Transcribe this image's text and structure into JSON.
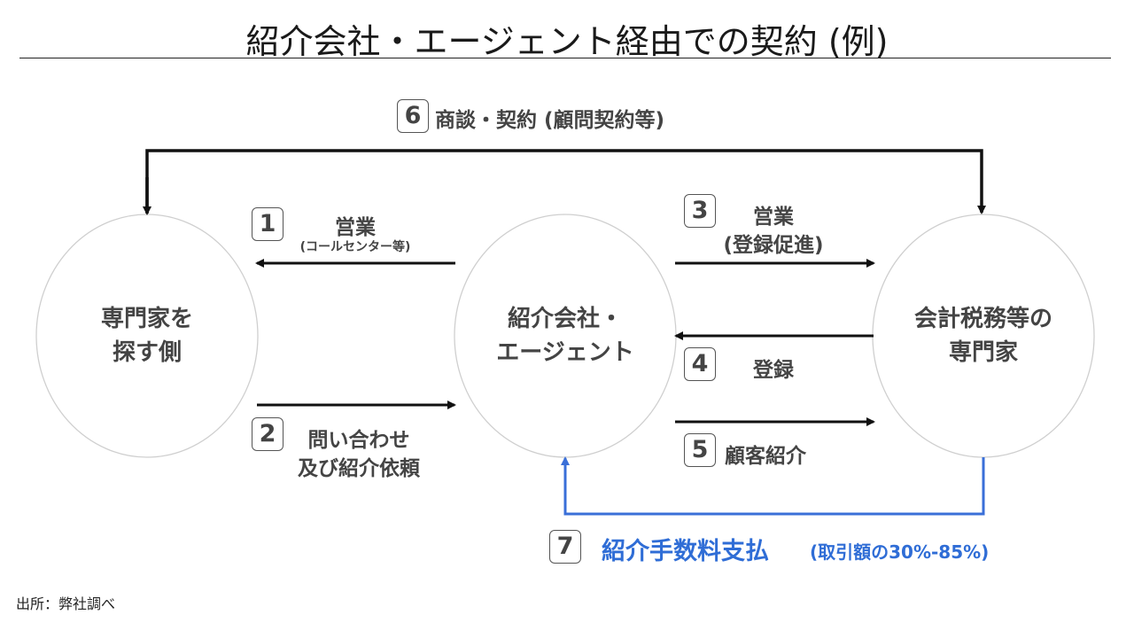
{
  "title": "紹介会社・エージェント経由での契約 (例)",
  "nodes": {
    "left": {
      "line1": "専門家を",
      "line2": "探す側"
    },
    "center": {
      "line1": "紹介会社・",
      "line2": "エージェント"
    },
    "right": {
      "line1": "会計税務等の",
      "line2": "専門家"
    }
  },
  "steps": [
    {
      "num": "1",
      "label": "営業",
      "sub": "(コールセンター等)"
    },
    {
      "num": "2",
      "label": "問い合わせ",
      "sub": "及び紹介依頼"
    },
    {
      "num": "3",
      "label": "営業",
      "sub": "(登録促進)"
    },
    {
      "num": "4",
      "label": "登録"
    },
    {
      "num": "5",
      "label": "顧客紹介"
    },
    {
      "num": "6",
      "label": "商談・契約 (顧問契約等)"
    },
    {
      "num": "7",
      "label": "紹介手数料支払",
      "sub": "(取引額の30%-85%)"
    }
  ],
  "colors": {
    "arrow": "#111111",
    "accent": "#3a6fd8",
    "circle_border": "#cccccc"
  },
  "source": "出所：弊社調べ"
}
